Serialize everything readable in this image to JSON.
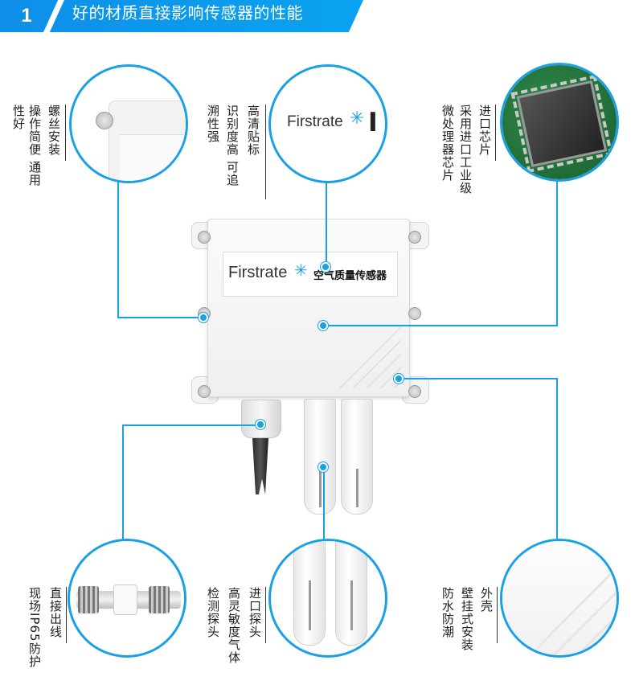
{
  "banner": {
    "number": "1",
    "title": "好的材质直接影响传感器的性能"
  },
  "features": {
    "screw": {
      "col1": "操作简便 通用",
      "col2": "螺丝安装",
      "col0": "性好"
    },
    "label": {
      "col1": "识别度高 可追",
      "col2": "高清贴标",
      "col0": "溯性强"
    },
    "chip": {
      "col1": "采用进口工业级",
      "col2": "进口芯片",
      "col0": "微处理器芯片"
    },
    "outlet": {
      "col1": "现场IP65防护",
      "col2": "直接出线"
    },
    "probe": {
      "col1": "高灵敏度气体",
      "col2": "进口探头",
      "col0": "检测探头"
    },
    "shell": {
      "col1": "壁挂式安装",
      "col2": "外壳",
      "col0": "防水防潮"
    }
  },
  "device": {
    "brand": "Firstrate",
    "product": "空气质量传感器"
  },
  "colors": {
    "accent": "#1aa0e6",
    "banner": "#0e8fe8"
  }
}
